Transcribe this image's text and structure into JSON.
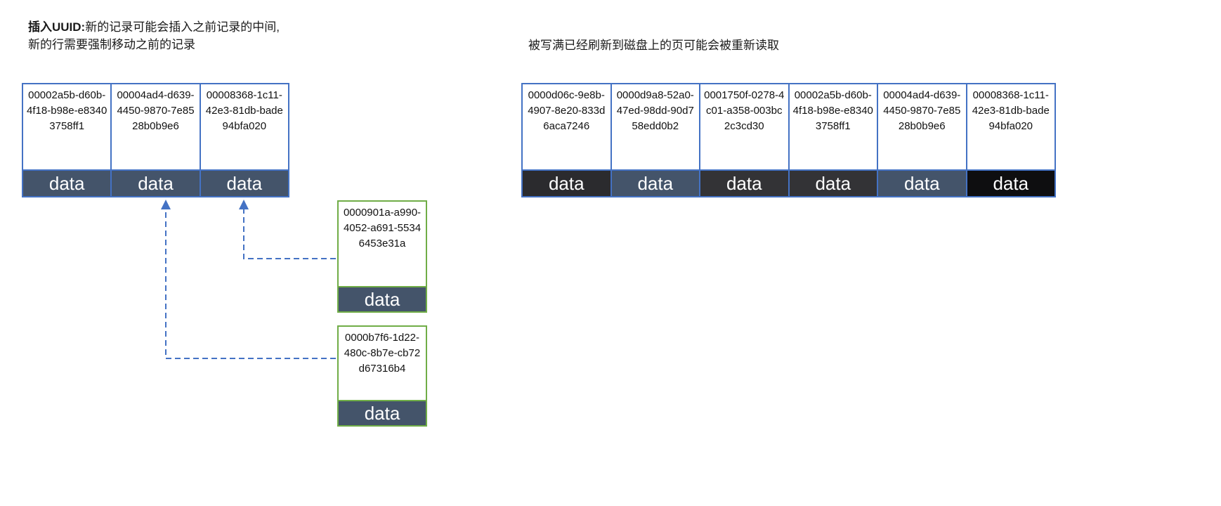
{
  "colors": {
    "table_border": "#4472C4",
    "insert_border": "#70AD47",
    "arrow": "#4472C4",
    "band_slate": "#44546A"
  },
  "left_section": {
    "caption_bold": "插入UUID:",
    "caption_line1": "新的记录可能会插入之前记录的中间,",
    "caption_line2": "新的行需要强制移动之前的记录",
    "cells": [
      {
        "uuid": "00002a5b-d60b-4f18-b98e-e83403758ff1",
        "label": "data",
        "band_color": "#44546A"
      },
      {
        "uuid": "00004ad4-d639-4450-9870-7e8528b0b9e6",
        "label": "data",
        "band_color": "#44546A"
      },
      {
        "uuid": "00008368-1c11-42e3-81db-bade94bfa020",
        "label": "data",
        "band_color": "#44546A"
      }
    ]
  },
  "right_section": {
    "caption": "被写满已经刷新到磁盘上的页可能会被重新读取",
    "cells": [
      {
        "uuid": "0000d06c-9e8b-4907-8e20-833d6aca7246",
        "label": "data",
        "band_color": "#2B2B2E"
      },
      {
        "uuid": "0000d9a8-52a0-47ed-98dd-90d758edd0b2",
        "label": "data",
        "band_color": "#44546A"
      },
      {
        "uuid": "0001750f-0278-4c01-a358-003bc2c3cd30",
        "label": "data",
        "band_color": "#333336"
      },
      {
        "uuid": "00002a5b-d60b-4f18-b98e-e83403758ff1",
        "label": "data",
        "band_color": "#333336"
      },
      {
        "uuid": "00004ad4-d639-4450-9870-7e8528b0b9e6",
        "label": "data",
        "band_color": "#44546A"
      },
      {
        "uuid": "00008368-1c11-42e3-81db-bade94bfa020",
        "label": "data",
        "band_color": "#0E0E10"
      }
    ]
  },
  "inserts": [
    {
      "uuid": "0000901a-a990-4052-a691-55346453e31a",
      "label": "data",
      "band_color": "#44546A"
    },
    {
      "uuid": "0000b7f6-1d22-480c-8b7e-cb72d67316b4",
      "label": "data",
      "band_color": "#44546A"
    }
  ]
}
